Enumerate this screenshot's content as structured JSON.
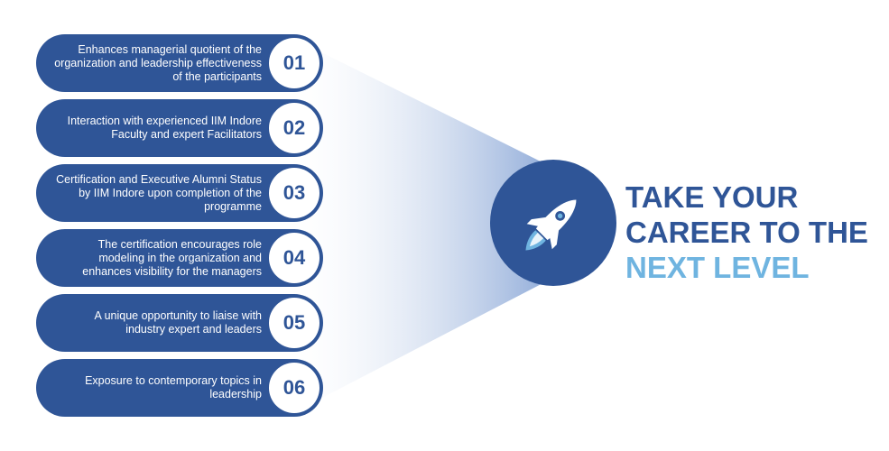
{
  "colors": {
    "primary": "#2f5597",
    "accent": "#6fb4e0",
    "beam_light": "#ffffff",
    "beam_dark": "#8eaad8",
    "badge_bg": "#ffffff"
  },
  "benefits": [
    {
      "number": "01",
      "text": "Enhances managerial quotient of the organization and leadership effectiveness of the participants"
    },
    {
      "number": "02",
      "text": "Interaction with experienced IIM Indore Faculty and expert Facilitators"
    },
    {
      "number": "03",
      "text": "Certification and Executive Alumni Status by IIM Indore upon completion of the programme"
    },
    {
      "number": "04",
      "text": "The certification encourages role modeling in the organization and enhances visibility for the managers"
    },
    {
      "number": "05",
      "text": "A unique opportunity to liaise with industry expert and leaders"
    },
    {
      "number": "06",
      "text": "Exposure to contemporary topics in leadership"
    }
  ],
  "rocket": {
    "icon": "rocket-icon"
  },
  "headline": {
    "line1": "TAKE YOUR",
    "line2": "CAREER TO THE",
    "line3": "NEXT LEVEL"
  }
}
